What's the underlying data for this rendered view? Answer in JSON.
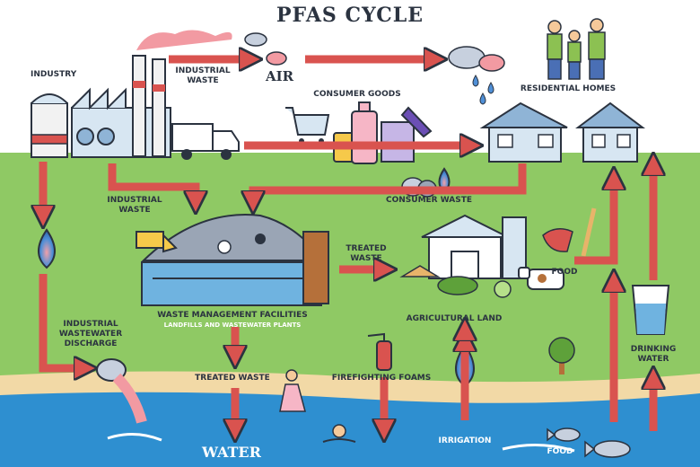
{
  "title": "PFAS CYCLE",
  "labels": {
    "industry": "INDUSTRY",
    "industrial_waste_top_1": "INDUSTRIAL",
    "industrial_waste_top_2": "WASTE",
    "air": "AIR",
    "consumer_goods": "CONSUMER GOODS",
    "residential_homes": "RESIDENTIAL HOMES",
    "industrial_waste_mid_1": "INDUSTRIAL",
    "industrial_waste_mid_2": "WASTE",
    "consumer_waste": "CONSUMER WASTE",
    "treated_waste_mid_1": "TREATED",
    "treated_waste_mid_2": "WASTE",
    "food_land": "FOOD",
    "waste_management_1": "WASTE MANAGEMENT FACILITIES",
    "waste_management_2": "LANDFILLS AND WASTEWATER PLANTS",
    "agricultural_land": "AGRICULTURAL LAND",
    "industrial_wastewater_1": "INDUSTRIAL",
    "industrial_wastewater_2": "WASTEWATER",
    "industrial_wastewater_3": "DISCHARGE",
    "drinking_water_1": "DRINKING",
    "drinking_water_2": "WATER",
    "treated_waste_low": "TREATED WASTE",
    "firefighting_foams": "FIREFIGHTING FOAMS",
    "irrigation": "IRRIGATION",
    "food_sea": "FOOD",
    "water": "WATER"
  },
  "colors": {
    "arrow": "#d9534f",
    "arrow_outline": "#2b3340",
    "land": "#8fc964",
    "sea": "#2e8fd0",
    "sand": "#f2d9a6",
    "sky": "#ffffff",
    "text": "#2b3340"
  },
  "icons": [
    "factory-icon",
    "smokestack-icon",
    "truck-icon",
    "cloud-icon",
    "rain-drop-icon",
    "shopping-cart-icon",
    "bottle-icon",
    "paint-can-icon",
    "house-icon",
    "family-icon",
    "landfill-icon",
    "bulldozer-icon",
    "wastewater-tank-icon",
    "barn-icon",
    "silo-icon",
    "cow-icon",
    "vegetables-icon",
    "meat-icon",
    "wheat-icon",
    "tree-icon",
    "water-glass-icon",
    "fire-extinguisher-icon",
    "pipe-icon",
    "swimmer-icon",
    "fish-icon",
    "pfas-drop-icon"
  ]
}
